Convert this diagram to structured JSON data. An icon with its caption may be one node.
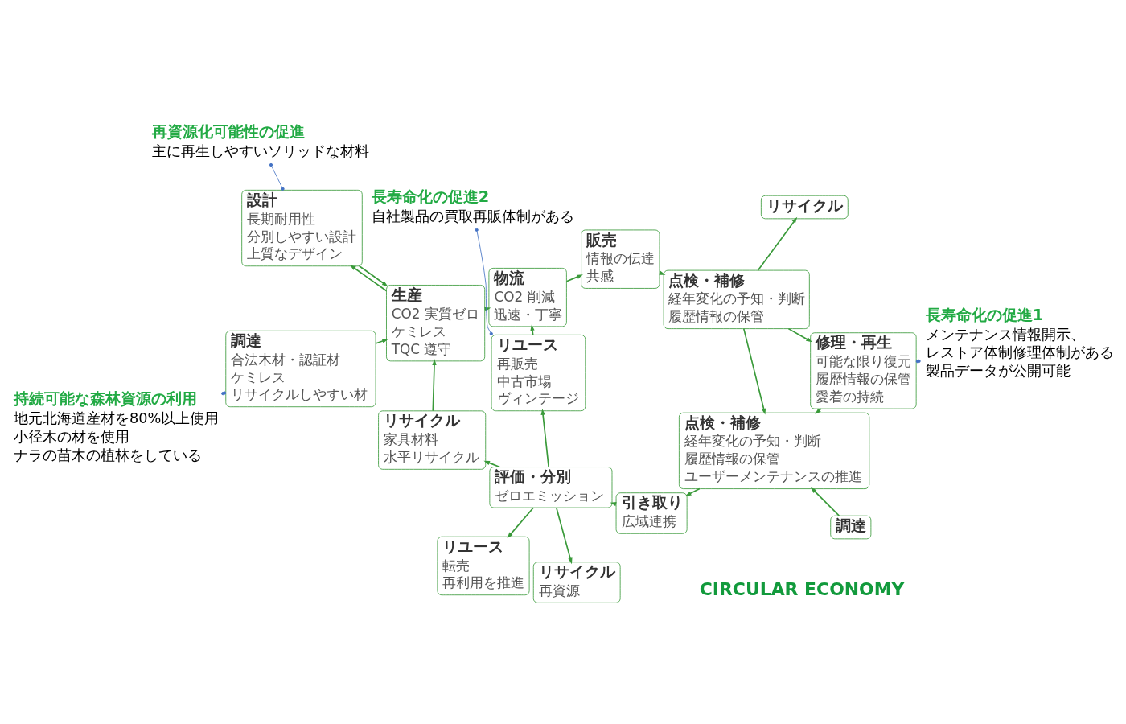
{
  "diagram": {
    "nodes": [
      {
        "text": [
          "設計",
          "長期耐用性",
          "分別しやすい設計",
          "上質なデザイン"
        ]
      },
      {
        "text": [
          "調達",
          "合法木材・認証材",
          "ケミレス",
          "リサイクルしやすい材"
        ]
      },
      {
        "text": [
          "生産",
          "CO2 実質ゼロ",
          "ケミレス",
          "TQC 遵守"
        ]
      },
      {
        "text": [
          "物流",
          "CO2 削減",
          "迅速・丁寧"
        ]
      },
      {
        "text": [
          "販売",
          "情報の伝達",
          "共感"
        ]
      },
      {
        "text": [
          "点検・補修",
          "経年変化の予知・判断",
          "履歴情報の保管"
        ]
      },
      {
        "text": [
          "リサイクル"
        ]
      },
      {
        "text": [
          "修理・再生",
          "可能な限り復元",
          "履歴情報の保管",
          "愛着の持続"
        ]
      },
      {
        "text": [
          "調達"
        ]
      },
      {
        "text": [
          "点検・補修",
          "経年変化の予知・判断",
          "履歴情報の保管",
          "ユーザーメンテナンスの推進"
        ]
      },
      {
        "text": [
          "引き取り",
          "広域連携"
        ]
      },
      {
        "text": [
          "評価・分別",
          "ゼロエミッション"
        ]
      },
      {
        "text": [
          "リユース",
          "転売",
          "再利用を推進"
        ]
      },
      {
        "text": [
          "リサイクル",
          "再資源"
        ]
      },
      {
        "text": [
          "リサイクル",
          "家具材料",
          "水平リサイクル"
        ]
      },
      {
        "text": [
          "リユース",
          "再販売",
          "中古市場",
          "ヴィンテージ"
        ]
      },
      {
        "text": [
          "再資源化可能性の促進",
          "主に再生しやすいソリッドな材料"
        ]
      },
      {
        "text": [
          "持続可能な森林資源の利用",
          "地元北海道産材を80%以上使用",
          "小径木の材を使用",
          "ナラの苗木の植林をしている"
        ]
      },
      {
        "text": [
          "長寿命化の促進1",
          "メンテナンス情報開示、",
          "レストア体制修理体制がある",
          "製品データが公開可能"
        ]
      },
      {
        "text": [
          "長寿命化の促進2",
          "自社製品の買取再販体制がある"
        ]
      }
    ],
    "edges": [
      {
        "from": 0,
        "to": 2,
        "arrow": "to"
      },
      {
        "from": 1,
        "to": 2,
        "arrow": "to"
      },
      {
        "from": 2,
        "to": 0,
        "arrow": "to"
      },
      {
        "from": 2,
        "to": 3,
        "arrow": "to"
      },
      {
        "from": 3,
        "to": 4,
        "arrow": "to"
      },
      {
        "from": 4,
        "to": 5,
        "arrow": "to"
      },
      {
        "from": 5,
        "to": 6,
        "arrow": "to"
      },
      {
        "from": 5,
        "to": 7,
        "arrow": "to"
      },
      {
        "from": 5,
        "to": 9,
        "arrow": "to"
      },
      {
        "from": 7,
        "to": 9,
        "arrow": "to"
      },
      {
        "from": 8,
        "to": 9,
        "arrow": "to"
      },
      {
        "from": 9,
        "to": 10,
        "arrow": "to"
      },
      {
        "from": 10,
        "to": 11,
        "arrow": "to"
      },
      {
        "from": 11,
        "to": 15,
        "arrow": "to"
      },
      {
        "from": 11,
        "to": 14,
        "arrow": "to"
      },
      {
        "from": 11,
        "to": 12,
        "arrow": "to"
      },
      {
        "from": 11,
        "to": 13,
        "arrow": "to"
      },
      {
        "from": 15,
        "to": 3,
        "arrow": "to"
      },
      {
        "from": 14,
        "to": 2,
        "arrow": "to"
      },
      {
        "from": 16,
        "to": 0,
        "arrow": "other",
        "color": "#4472c4"
      },
      {
        "from": 17,
        "to": 1,
        "arrow": "other",
        "color": "#4472c4"
      },
      {
        "from": 18,
        "to": 7,
        "arrow": "other",
        "color": "#4472c4"
      },
      {
        "from": 19,
        "to": 15,
        "arrow": "other",
        "color": "#4472c4"
      }
    ],
    "labels": [
      "CIRCULAR ECONOMY"
    ]
  }
}
